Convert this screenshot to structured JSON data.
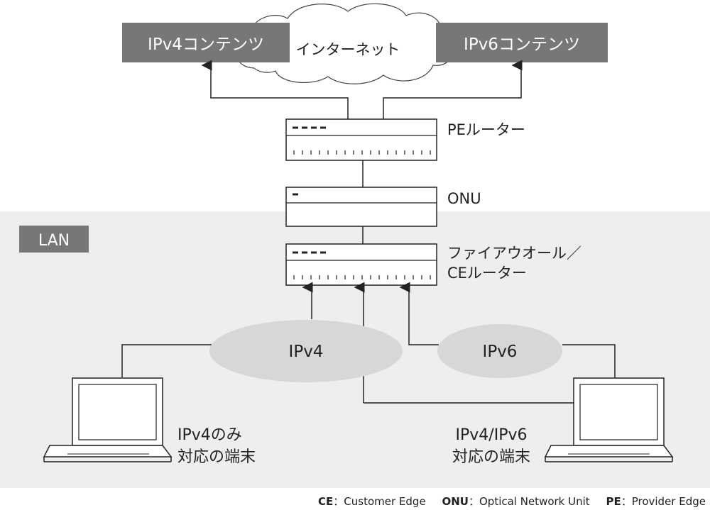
{
  "internet": {
    "label": "インターネット"
  },
  "content": {
    "ipv4": "IPv4コンテンツ",
    "ipv6": "IPv6コンテンツ"
  },
  "devices": {
    "pe_router": "PEルーター",
    "onu": "ONU",
    "firewall_line1": "ファイアウオール／",
    "firewall_line2": "CEルーター"
  },
  "lan": {
    "label": "LAN"
  },
  "networks": {
    "ipv4": "IPv4",
    "ipv6": "IPv6"
  },
  "terminals": {
    "left_line1": "IPv4のみ",
    "left_line2": "対応の端末",
    "right_line1": "IPv4/IPv6",
    "right_line2": "対応の端末"
  },
  "legend": [
    {
      "key": "CE",
      "sep": "：",
      "text": "Customer Edge"
    },
    {
      "key": "ONU",
      "sep": "：",
      "text": "Optical Network Unit"
    },
    {
      "key": "PE",
      "sep": "：",
      "text": "Provider Edge"
    }
  ],
  "colors": {
    "dark_box": "#777777",
    "cloud_fill": "#ffffff",
    "lan_bg": "#eeeeee",
    "ellipse_fill": "#d7d7d7",
    "line": "#222222"
  }
}
